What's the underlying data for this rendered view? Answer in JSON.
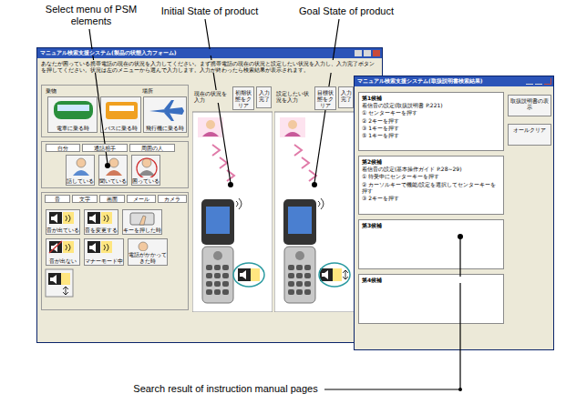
{
  "diagram": {
    "nodes": [
      {
        "text": [
          "マニュアル検索支援システム(製品の状態入力フォーム)",
          "あなたが困っている携帯電話の現在の状況を入力してください。まず携帯電話の現在の状況と設定したい状況を入力し、入力完了ボタンを押してください。状況は左のメニューから選んで入力します。入力が終わったら検索結果が表示されます。"
        ]
      },
      {
        "text": [
          "乗物",
          "場所"
        ],
        "in": 0
      },
      {
        "text": [
          "電車に乗る時"
        ],
        "in": 1
      },
      {
        "text": [
          "バスに乗る時"
        ],
        "in": 1
      },
      {
        "text": [
          "飛行機に乗る時"
        ],
        "in": 1
      },
      {
        "text": [
          "自分",
          "通話相手",
          "周囲の人"
        ],
        "in": 0
      },
      {
        "text": [
          "話している"
        ],
        "in": 5
      },
      {
        "text": [
          "聞いている"
        ],
        "in": 5
      },
      {
        "text": [
          "困っている"
        ],
        "in": 5
      },
      {
        "text": [
          "音",
          "文字",
          "画面",
          "メール",
          "カメラ"
        ],
        "in": 0
      },
      {
        "text": [
          "音が出ている"
        ],
        "in": 9
      },
      {
        "text": [
          "音を変更する"
        ],
        "in": 9
      },
      {
        "text": [
          "キーを押した時"
        ],
        "in": 9
      },
      {
        "text": [
          "音が出ない"
        ],
        "in": 9
      },
      {
        "text": [
          "マナーモード中"
        ],
        "in": 9
      },
      {
        "text": [
          "電話がかかってきた時"
        ],
        "in": 9
      },
      {
        "text": [
          "現在の状況を入力",
          "初期状態をクリア",
          "入力完了"
        ],
        "in": 0
      },
      {
        "text": [
          "設定したい状況を入力",
          "目標状態をクリア",
          "入力完了"
        ],
        "in": 0
      },
      {
        "text": [
          "マニュアル検索支援システム(取扱説明書検索結果)",
          "取扱説明書の表示",
          "オールクリア"
        ]
      },
      {
        "text": [
          "第1候補",
          "着信音の設定(取扱説明書 P.221)",
          "① センターキーを押す",
          "② 2キーを押す",
          "③ 1キーを押す",
          "⑤ 1キーを押す"
        ],
        "in": 18
      },
      {
        "text": [
          "第2候補",
          "着信音の設定(基本操作ガイド P.28~29)",
          "① 待受中にセンターキーを押す",
          "② カーソルキーで機能/設定を選択してセンターキーを押す",
          "③ 2キーを押す"
        ],
        "in": 18
      },
      {
        "text": [
          "第3候補"
        ],
        "in": 18
      },
      {
        "text": [
          "第4候補"
        ],
        "in": 18
      }
    ],
    "labels": [
      "Select menu of PSM elements",
      "Initial State of product",
      "Goal State of product",
      "Search result of instruction manual pages"
    ]
  }
}
